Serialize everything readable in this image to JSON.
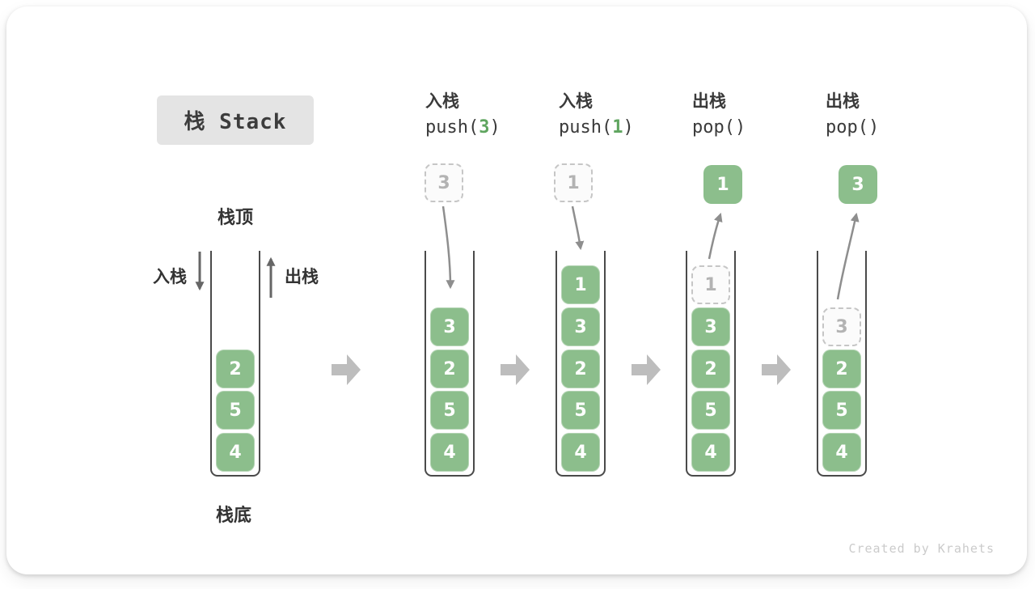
{
  "title": "栈 Stack",
  "labels": {
    "stack_top": "栈顶",
    "stack_bottom": "栈底",
    "push_label": "入栈",
    "pop_label": "出栈"
  },
  "operations": [
    {
      "name": "入栈",
      "code_pre": "push(",
      "code_arg": "3",
      "code_post": ")"
    },
    {
      "name": "入栈",
      "code_pre": "push(",
      "code_arg": "1",
      "code_post": ")"
    },
    {
      "name": "出栈",
      "code_pre": "pop(",
      "code_arg": "",
      "code_post": ")"
    },
    {
      "name": "出栈",
      "code_pre": "pop(",
      "code_arg": "",
      "code_post": ")"
    }
  ],
  "stacks": [
    {
      "blocks": [
        "2",
        "5",
        "4"
      ]
    },
    {
      "floating": {
        "value": "3",
        "style": "ghost"
      },
      "blocks": [
        "3",
        "2",
        "5",
        "4"
      ]
    },
    {
      "floating": {
        "value": "1",
        "style": "ghost"
      },
      "blocks": [
        "1",
        "3",
        "2",
        "5",
        "4"
      ]
    },
    {
      "floating": {
        "value": "1",
        "style": "solid"
      },
      "ghost_slot": "1",
      "blocks": [
        "3",
        "2",
        "5",
        "4"
      ]
    },
    {
      "floating": {
        "value": "3",
        "style": "solid"
      },
      "ghost_slot": "3",
      "blocks": [
        "2",
        "5",
        "4"
      ]
    }
  ],
  "watermark": "Created by Krahets",
  "colors": {
    "block_green": "#8cbe8c",
    "code_arg_green": "#5fa55f",
    "ghost_border": "#c6c6c6",
    "curved_arrow_gray": "#8e8e8e",
    "straight_arrow_gray": "#666666",
    "block_arrow_gray": "#bdbdbd",
    "title_bg": "#e4e4e4",
    "text_dark": "#3a3a3a"
  }
}
